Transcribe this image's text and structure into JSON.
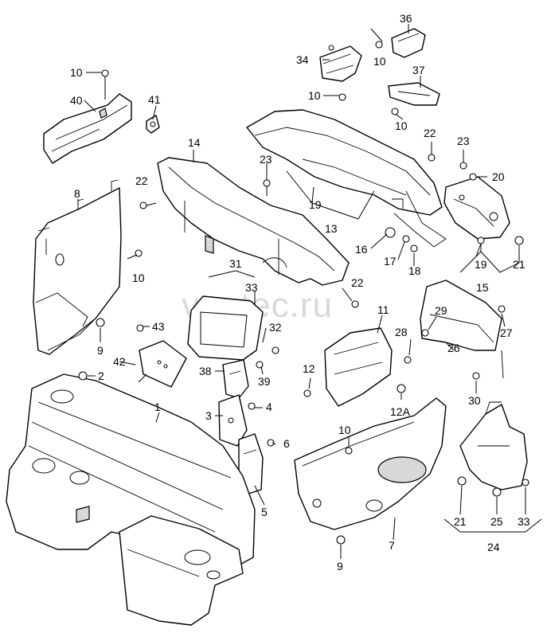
{
  "watermark": "vagtec.ru",
  "callouts": {
    "c1": "1",
    "c2": "2",
    "c3": "3",
    "c4": "4",
    "c5": "5",
    "c6": "6",
    "c7": "7",
    "c8": "8",
    "c9": "9",
    "c10": "10",
    "c11": "11",
    "c12": "12",
    "c12a": "12A",
    "c13": "13",
    "c14": "14",
    "c15": "15",
    "c16": "16",
    "c17": "17",
    "c18": "18",
    "c19": "19",
    "c20": "20",
    "c21": "21",
    "c22": "22",
    "c23": "23",
    "c24": "24",
    "c25": "25",
    "c26": "26",
    "c27": "27",
    "c28": "28",
    "c29": "29",
    "c30": "30",
    "c31": "31",
    "c32": "32",
    "c33": "33",
    "c34": "34",
    "c36": "36",
    "c37": "37",
    "c38": "38",
    "c39": "39",
    "c40": "40",
    "c41": "41",
    "c42": "42",
    "c43": "43"
  }
}
